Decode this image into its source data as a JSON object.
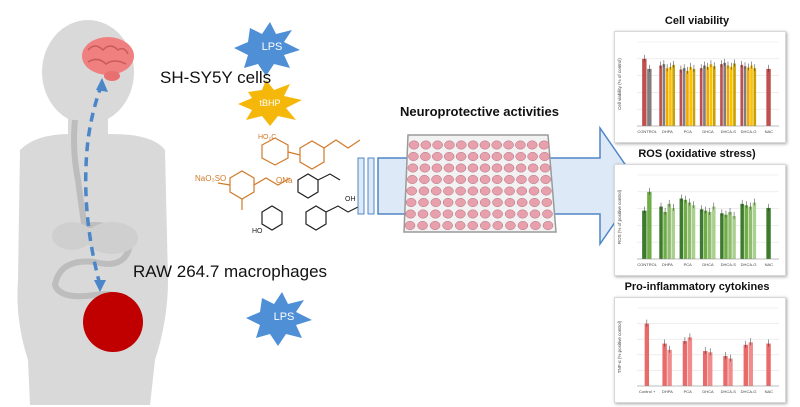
{
  "cells": {
    "shsy5y": "SH-SY5Y cells",
    "raw": "RAW 264.7 macrophages"
  },
  "stressors": {
    "lps_top": "LPS",
    "tbhp": "tBHP",
    "lps_bottom": "LPS"
  },
  "center_title": "Neuroprotective activities",
  "chem_labels": {
    "naso3": "NaO₃SO",
    "ona": "ONa",
    "gluc": "HO₂C",
    "ho1": "HO",
    "oh1": "OH"
  },
  "charts": {
    "viability_title": "Cell viability",
    "ros_title": "ROS (oxidative stress)",
    "cyto_title": "Pro-inflammatory cytokines"
  },
  "colors": {
    "brain": "#f08080",
    "gut_dot": "#c00000",
    "lps_star": "#4f8fd6",
    "tbhp_star": "#f5b80a",
    "dashed_arrow": "#4a86c8",
    "well_pink": "#e8a0ad",
    "arrow_fill": "#dde9f7",
    "arrow_stroke": "#4f86c6"
  },
  "chart_data": [
    {
      "type": "bar",
      "title": "Cell viability",
      "ylabel": "Cell viability (% of control)",
      "categories": [
        "CONTROL",
        "DHPA",
        "PCA",
        "DHCA",
        "DHCA-S",
        "DHCA-G",
        "NAC"
      ],
      "ylim": [
        0,
        125
      ],
      "series_colors": [
        "#c0504d",
        "#7f7f7f",
        "#f2a900",
        "#ffc000",
        "#c8a200",
        "#a37c00"
      ],
      "values": [
        [
          100,
          85
        ],
        [
          90,
          92,
          86,
          88,
          91
        ],
        [
          84,
          86,
          82,
          88,
          85
        ],
        [
          86,
          90,
          88,
          92,
          89
        ],
        [
          92,
          94,
          90,
          88,
          93
        ],
        [
          91,
          89,
          87,
          90,
          86
        ],
        [
          85
        ]
      ]
    },
    {
      "type": "bar",
      "title": "ROS (oxidative stress)",
      "ylabel": "ROS (% of positive control)",
      "categories": [
        "CONTROL",
        "DHPA",
        "PCA",
        "DHCA",
        "DHCA-S",
        "DHCA-G",
        "NAC"
      ],
      "ylim": [
        0,
        125
      ],
      "series_colors": [
        "#3c7a2c",
        "#70ad47",
        "#8fbc6f",
        "#a9d08e",
        "#548235"
      ],
      "values": [
        [
          72,
          100
        ],
        [
          78,
          70,
          82,
          76
        ],
        [
          90,
          88,
          84,
          80
        ],
        [
          74,
          72,
          70,
          78
        ],
        [
          68,
          66,
          70,
          64
        ],
        [
          82,
          80,
          78,
          84
        ],
        [
          76
        ]
      ]
    },
    {
      "type": "bar",
      "title": "Pro-inflammatory cytokines",
      "ylabel": "TNF-α (% positive control)",
      "categories": [
        "Control +",
        "DHPA",
        "PCA",
        "DHCA",
        "DHCA-S",
        "DHCA-G",
        "NAC"
      ],
      "ylim": [
        0,
        125
      ],
      "series_colors": [
        "#e86a6a",
        "#f08c8c",
        "#f4a6a6",
        "#f7c0c0"
      ],
      "values": [
        [
          100
        ],
        [
          68,
          58
        ],
        [
          72,
          78
        ],
        [
          56,
          54
        ],
        [
          48,
          44
        ],
        [
          66,
          70
        ],
        [
          68
        ]
      ]
    }
  ]
}
